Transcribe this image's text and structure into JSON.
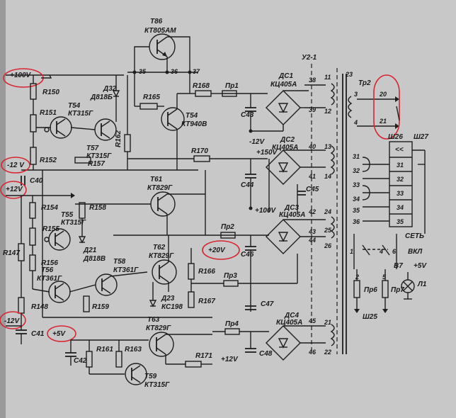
{
  "transistors": {
    "t86": {
      "ref": "T86",
      "type": "КТ805АМ"
    },
    "t54": {
      "ref": "T54",
      "type": "КТ940В"
    },
    "t54b": {
      "ref": "T54",
      "type": "КТ315Г"
    },
    "t57": {
      "ref": "T57",
      "type": "КТ315Г"
    },
    "t61": {
      "ref": "T61",
      "type": "КТ829Г"
    },
    "t55": {
      "ref": "T55",
      "type": "КТ315Г"
    },
    "t62": {
      "ref": "T62",
      "type": "КТ829Г"
    },
    "t58": {
      "ref": "T58",
      "type": "КТ361Г"
    },
    "t56": {
      "ref": "T56",
      "type": "КТ361Г"
    },
    "t63": {
      "ref": "T63",
      "type": "КТ829Г"
    },
    "t59": {
      "ref": "T59",
      "type": "КТ315Г"
    }
  },
  "diodes": {
    "d32": {
      "ref": "Д32",
      "type": "Д818Б"
    },
    "d21": {
      "ref": "Д21",
      "type": "Д818В"
    },
    "d23": {
      "ref": "Д23",
      "type": "КС198"
    }
  },
  "bridges": {
    "ds1": {
      "ref": "ДС1",
      "type": "КЦ405А"
    },
    "ds2": {
      "ref": "ДС2",
      "type": "КЦ405А"
    },
    "ds3": {
      "ref": "ДС3",
      "type": "КЦ405А"
    },
    "ds4": {
      "ref": "ДС4",
      "type": "КЦ405А"
    }
  },
  "resistors": {
    "r150": "R150",
    "r151": "R151",
    "r152": "R152",
    "r157": "R157",
    "r162": "R162",
    "r165": "R165",
    "r168": "R168",
    "r170": "R170",
    "r154": "R154",
    "r158": "R158",
    "r155": "R155",
    "r156": "R156",
    "r147": "R147",
    "r166": "R166",
    "r159": "R159",
    "r167": "R167",
    "r148": "R148",
    "r161": "R161",
    "r163": "R163",
    "r171": "R171"
  },
  "capacitors": {
    "c43": "C43",
    "c44": "C44",
    "c45": "C45",
    "c46": "C46",
    "c47": "C47",
    "c48": "C48",
    "c40": "C40",
    "c41": "C41",
    "c42": "C42"
  },
  "fuses": {
    "pr1": "Пр1",
    "pr2": "Пр2",
    "pr3": "Пр3",
    "pr4": "Пр4",
    "pr6": "Пр6",
    "pr7": "Пр7"
  },
  "rails": {
    "plus100": "+100V",
    "minus12_top": "-12 V",
    "plus12_left": "+12V",
    "minus12_bottom": "-12V",
    "plus5": "+5V",
    "plus20": "+20V",
    "plus12_out": "+12V",
    "minus12_mid": "-12V",
    "plus150": "+150V",
    "plus100_mid": "+100V",
    "plus5_lamp": "+5V"
  },
  "transformer": {
    "ref": "Тр2",
    "board": "У2-1",
    "mains": "СЕТЬ",
    "switch": "ВКЛ",
    "switch_ref": "В7",
    "lamp": "Л1"
  },
  "connectors": {
    "sh26": "Ш26",
    "sh27": "Ш27",
    "sh25": "Ш25"
  },
  "pins": {
    "p35": "35",
    "p36": "36",
    "p37": "37",
    "p38": "38",
    "p39": "39",
    "p40": "40",
    "p41": "41",
    "p42": "42",
    "p43": "43",
    "p44": "44",
    "p45": "45",
    "p46": "46",
    "p11": "11",
    "p12": "12",
    "p13": "13",
    "p14": "14",
    "p23": "23",
    "p24": "24",
    "p25": "25",
    "p26": "26",
    "p21": "21",
    "p22": "22",
    "t3": "3",
    "t4": "4",
    "t1": "1",
    "t2": "2",
    "t20": "20",
    "t21": "21",
    "c31": "31",
    "c32": "32",
    "c33": "33",
    "c34": "34",
    "c35": "35",
    "c36": "36",
    "s1": "1",
    "s2": "2",
    "s5": "5",
    "s6": "6",
    "s4": "4"
  },
  "highlight_color": "#d8252f"
}
